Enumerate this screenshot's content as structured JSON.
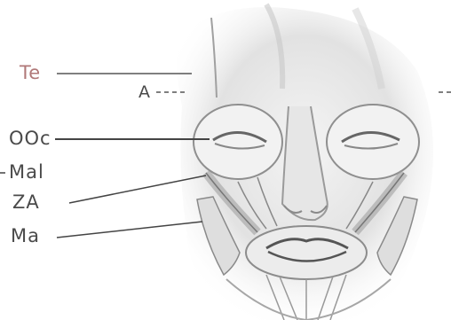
{
  "diagram": {
    "labels": {
      "te": "Te",
      "a": "A",
      "ooc": "OOc",
      "mal": "Mal",
      "za": "ZA",
      "ma": "Ma"
    }
  },
  "colors": {
    "te_label": "#b07878",
    "label": "#4a4a4a",
    "sketch": "#9a9a9a",
    "shade": "#d8d8d8"
  }
}
